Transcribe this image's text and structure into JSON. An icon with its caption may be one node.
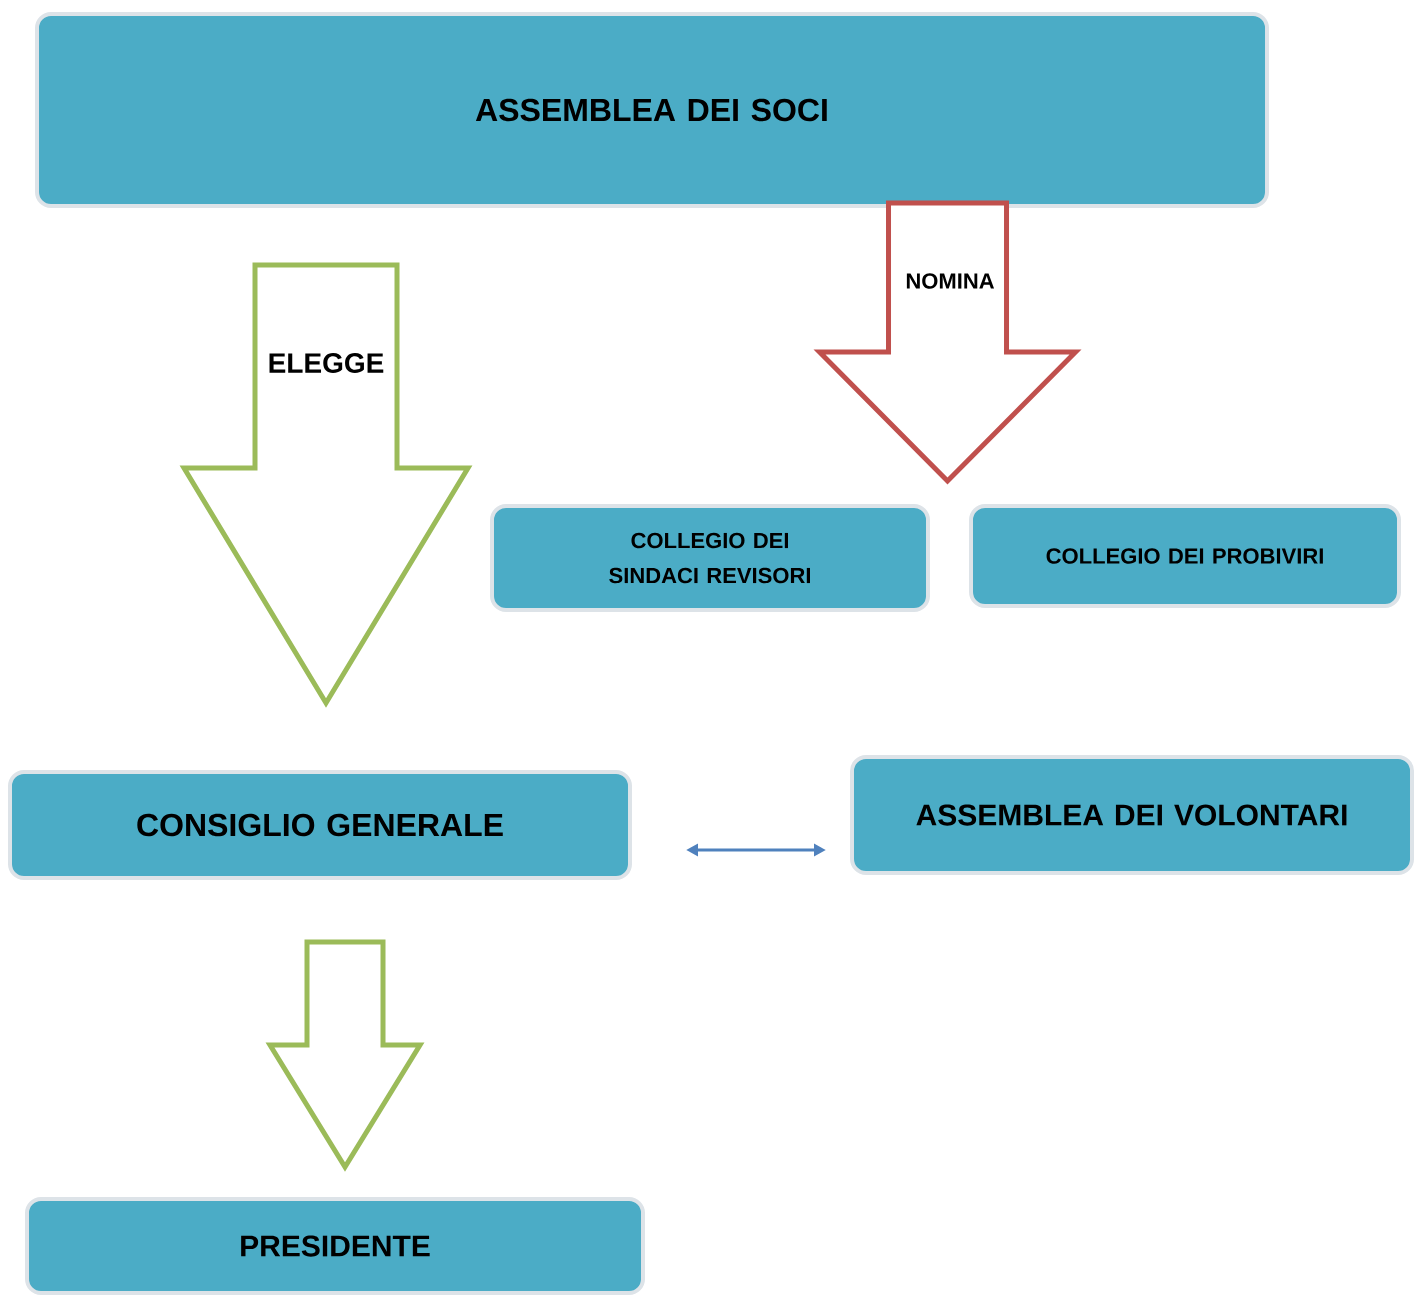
{
  "diagram": {
    "nodes": [
      {
        "text": [
          "ASSEMBLEA DEI SOCI"
        ]
      },
      {
        "text": [
          "COLLEGIO DEI SINDACI REVISORI"
        ]
      },
      {
        "text": [
          "COLLEGIO DEI PROBIVIRI"
        ]
      },
      {
        "text": [
          "CONSIGLIO GENERALE"
        ]
      },
      {
        "text": [
          "ASSEMBLEA DEI VOLONTARI"
        ]
      },
      {
        "text": [
          "PRESIDENTE"
        ]
      }
    ],
    "edges": [
      {
        "from": 0,
        "to": 3,
        "arrow": "to",
        "label": "ELEGGE",
        "style": "thick",
        "color": "#9bbb59"
      },
      {
        "from": 0,
        "to": 1,
        "arrow": "to",
        "label": "NOMINA",
        "style": "thick",
        "color": "#c0504d"
      },
      {
        "from": 0,
        "to": 2,
        "arrow": "to",
        "style": "thick",
        "color": "#c0504d"
      },
      {
        "from": 3,
        "to": 5,
        "arrow": "to",
        "style": "thick",
        "color": "#9bbb59"
      },
      {
        "from": 3,
        "to": 4,
        "arrow": "both",
        "color": "#4f81bd"
      }
    ]
  }
}
